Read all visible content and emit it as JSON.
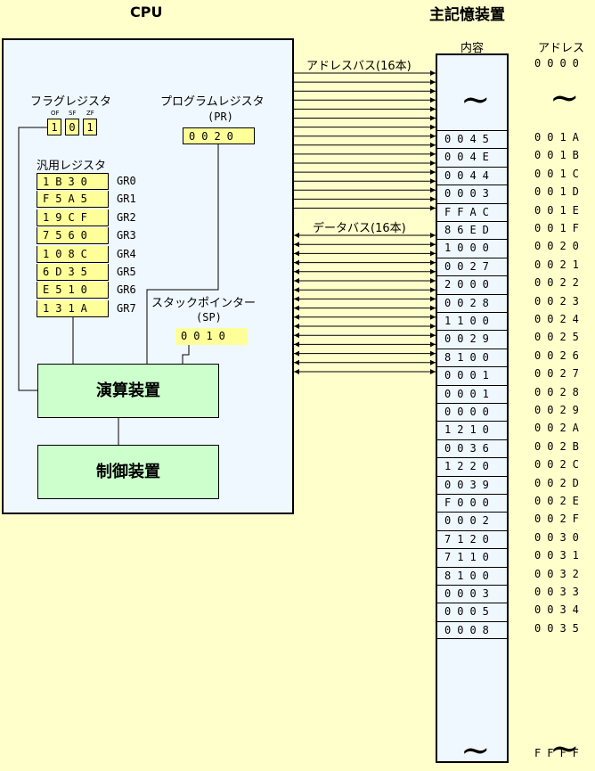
{
  "cpu_title": "CPU",
  "memory_title": "主記憶装置",
  "flag_register": {
    "label": "フラグレジスタ",
    "flag_names": [
      "OF",
      "SF",
      "ZF"
    ],
    "bits": [
      "1",
      "0",
      "1"
    ]
  },
  "program_register": {
    "label": "プログラムレジスタ",
    "abbr": "(PR)",
    "value": "0020"
  },
  "general_registers": {
    "label": "汎用レジスタ",
    "rows": [
      {
        "value": "1B30",
        "name": "GR0"
      },
      {
        "value": "F5A5",
        "name": "GR1"
      },
      {
        "value": "19CF",
        "name": "GR2"
      },
      {
        "value": "7560",
        "name": "GR3"
      },
      {
        "value": "108C",
        "name": "GR4"
      },
      {
        "value": "6D35",
        "name": "GR5"
      },
      {
        "value": "E510",
        "name": "GR6"
      },
      {
        "value": "131A",
        "name": "GR7"
      }
    ]
  },
  "stack_pointer": {
    "label": "スタックポインター",
    "abbr": "(SP)",
    "value": "0010"
  },
  "alu_label": "演算装置",
  "control_label": "制御装置",
  "address_bus_label": "アドレスバス(16本)",
  "data_bus_label": "データバス(16本)",
  "memory": {
    "content_header": "内容",
    "address_header": "アドレス",
    "top_address": "0000",
    "bottom_address": "FFFF",
    "rows": [
      {
        "address": "001A",
        "content": "0045"
      },
      {
        "address": "001B",
        "content": "004E"
      },
      {
        "address": "001C",
        "content": "0044"
      },
      {
        "address": "001D",
        "content": "0003"
      },
      {
        "address": "001E",
        "content": "FFAC"
      },
      {
        "address": "001F",
        "content": "86ED"
      },
      {
        "address": "0020",
        "content": "1000"
      },
      {
        "address": "0021",
        "content": "0027"
      },
      {
        "address": "0022",
        "content": "2000"
      },
      {
        "address": "0023",
        "content": "0028"
      },
      {
        "address": "0024",
        "content": "1100"
      },
      {
        "address": "0025",
        "content": "0029"
      },
      {
        "address": "0026",
        "content": "8100"
      },
      {
        "address": "0027",
        "content": "0001"
      },
      {
        "address": "0028",
        "content": "0001"
      },
      {
        "address": "0029",
        "content": "0000"
      },
      {
        "address": "002A",
        "content": "1210"
      },
      {
        "address": "002B",
        "content": "0036"
      },
      {
        "address": "002C",
        "content": "1220"
      },
      {
        "address": "002D",
        "content": "0039"
      },
      {
        "address": "002E",
        "content": "F000"
      },
      {
        "address": "002F",
        "content": "0002"
      },
      {
        "address": "0030",
        "content": "7120"
      },
      {
        "address": "0031",
        "content": "7110"
      },
      {
        "address": "0032",
        "content": "8100"
      },
      {
        "address": "0033",
        "content": "0003"
      },
      {
        "address": "0034",
        "content": "0005"
      },
      {
        "address": "0035",
        "content": "0008"
      }
    ]
  }
}
